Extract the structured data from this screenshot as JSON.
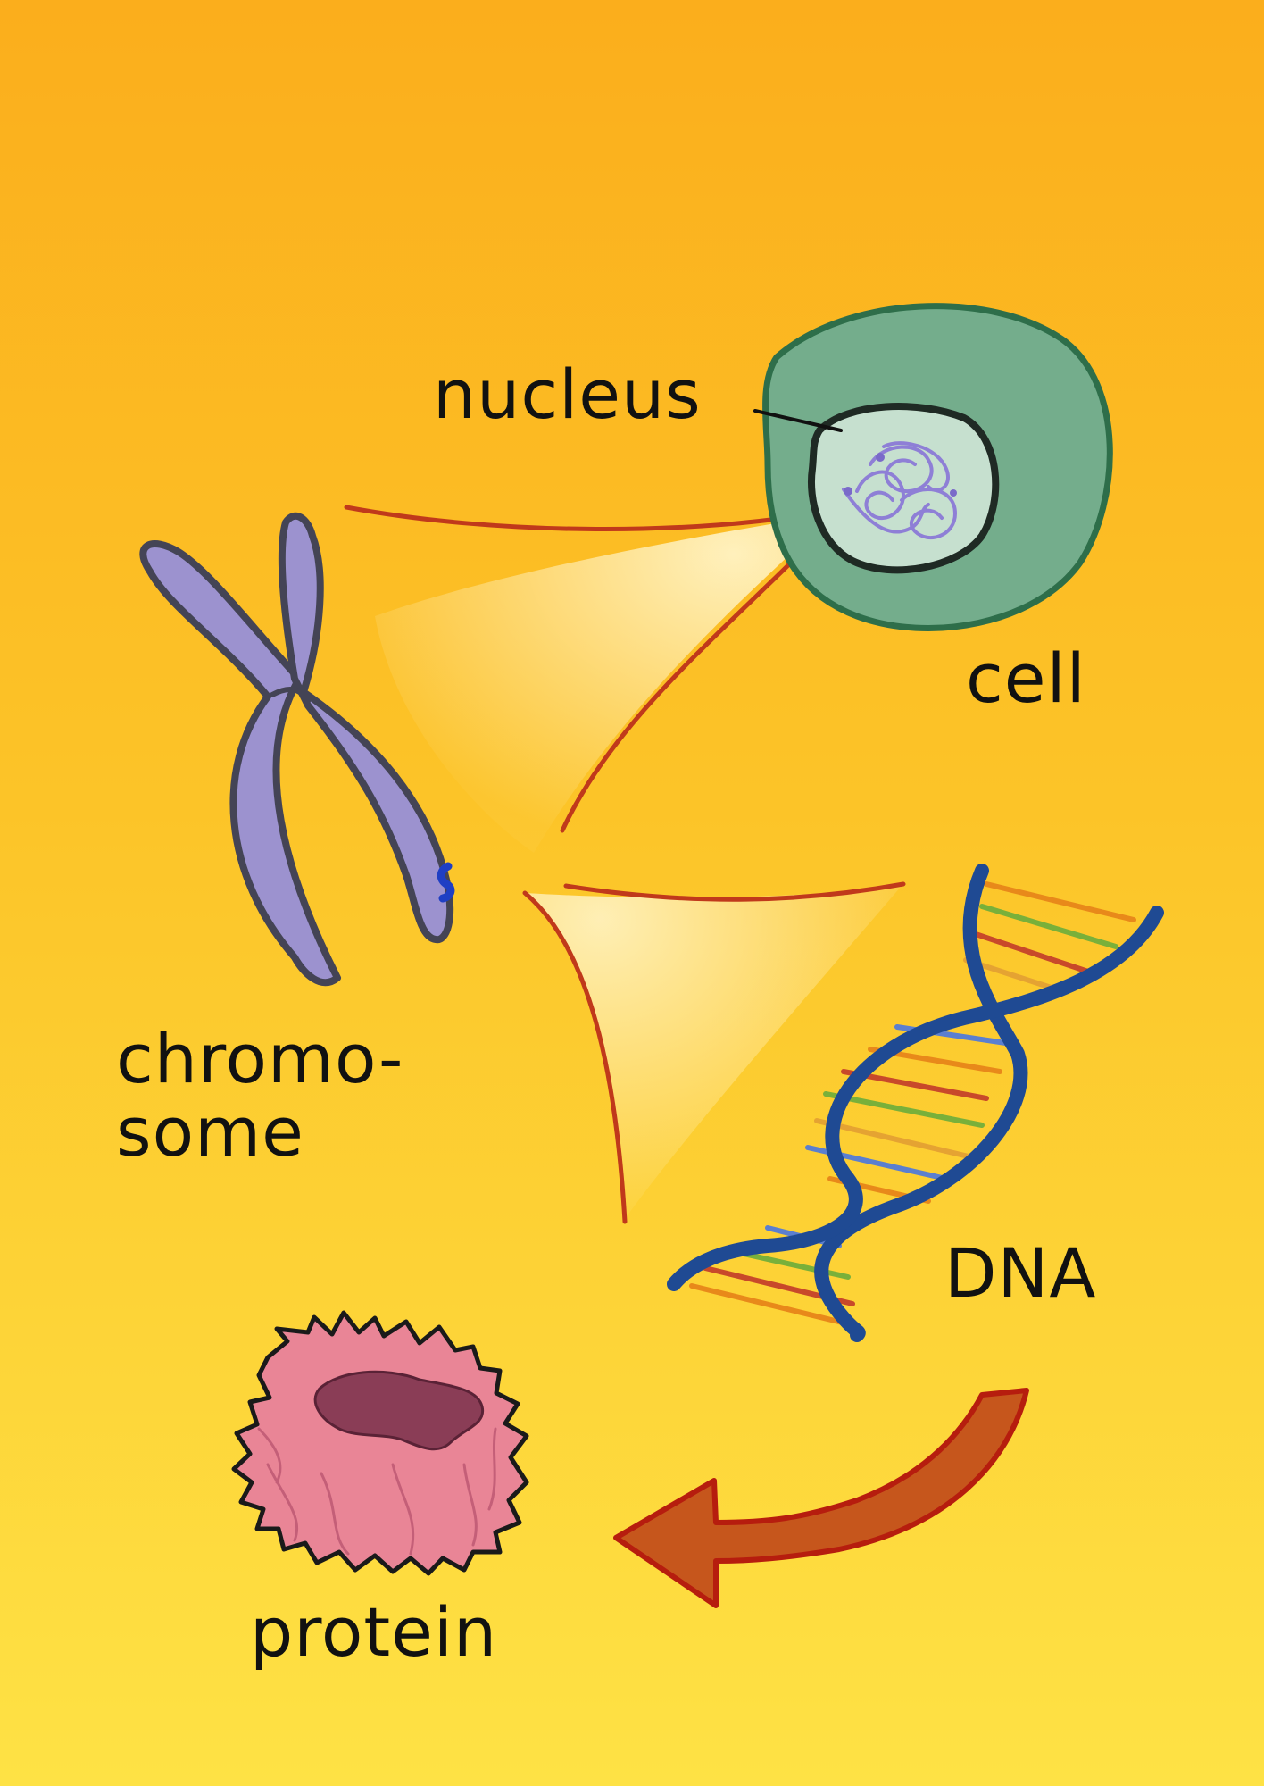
{
  "labels": {
    "nucleus": "nucleus",
    "cell": "cell",
    "chromosome_line1": "chromo-",
    "chromosome_line2": "some",
    "dna": "DNA",
    "protein": "protein"
  },
  "colors": {
    "background_top": "#fbae1c",
    "background_bottom": "#fee245",
    "cell": "#74ad8c",
    "cell_outline": "#2e6e4a",
    "nucleus": "#c6e0cf",
    "chromatin": "#8e7fd6",
    "chromosome": "#9c92cf",
    "chromosome_outline": "#444455",
    "dna_backbone": "#1f4a93",
    "base_pairs": [
      "#e8891a",
      "#79b03a",
      "#5b7fcf",
      "#c8492a",
      "#e5a332"
    ],
    "zoom_lines": "#c0391b",
    "arrow_fill": "#c6561c",
    "arrow_outline": "#b61d0e",
    "protein": "#e98596",
    "protein_shadow": "#8a3d56"
  }
}
